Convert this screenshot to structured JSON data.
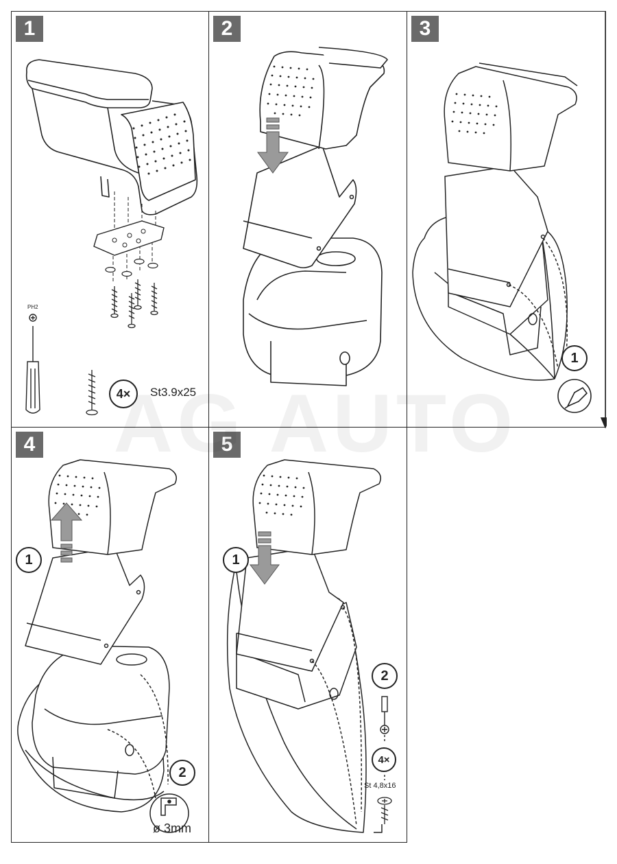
{
  "steps": {
    "s1": {
      "number": "1",
      "tool_label": "PH2",
      "screw_count": "4×",
      "screw_spec": "St3.9x25"
    },
    "s2": {
      "number": "2"
    },
    "s3": {
      "number": "3",
      "callout": "1"
    },
    "s4": {
      "number": "4",
      "callout_1": "1",
      "callout_2": "2",
      "hole_spec": "ø 3mm"
    },
    "s5": {
      "number": "5",
      "callout_1": "1",
      "callout_2": "2",
      "screw_count": "4×",
      "screw_spec": "St 4,8x16"
    }
  },
  "watermark": "AG AUTO"
}
